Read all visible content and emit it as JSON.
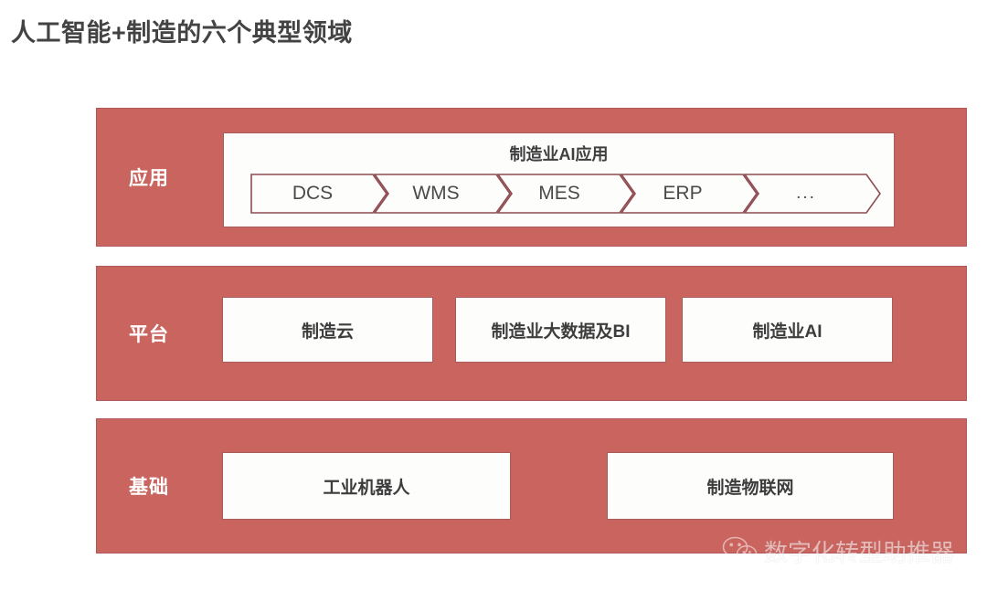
{
  "title": "人工智能+制造的六个典型领域",
  "colors": {
    "band_red": "#CA645F",
    "band_border": "#b0575a",
    "card_border": "#a85b5d",
    "card_fill": "#fdfdfc",
    "title_text": "#434343",
    "band_label_text": "#ffffff"
  },
  "bands": {
    "application": {
      "label": "应用",
      "panel_title": "制造业AI应用",
      "chevrons": [
        {
          "label": "DCS"
        },
        {
          "label": "WMS"
        },
        {
          "label": "MES"
        },
        {
          "label": "ERP"
        },
        {
          "label": "..."
        }
      ]
    },
    "platform": {
      "label": "平台",
      "cards": [
        {
          "label": "制造云"
        },
        {
          "label": "制造业大数据及BI"
        },
        {
          "label": "制造业AI"
        }
      ]
    },
    "foundation": {
      "label": "基础",
      "cards": [
        {
          "label": "工业机器人"
        },
        {
          "label": "制造物联网"
        }
      ]
    }
  },
  "watermark": {
    "icon": "wechat-icon",
    "text": "数字化转型助推器"
  }
}
